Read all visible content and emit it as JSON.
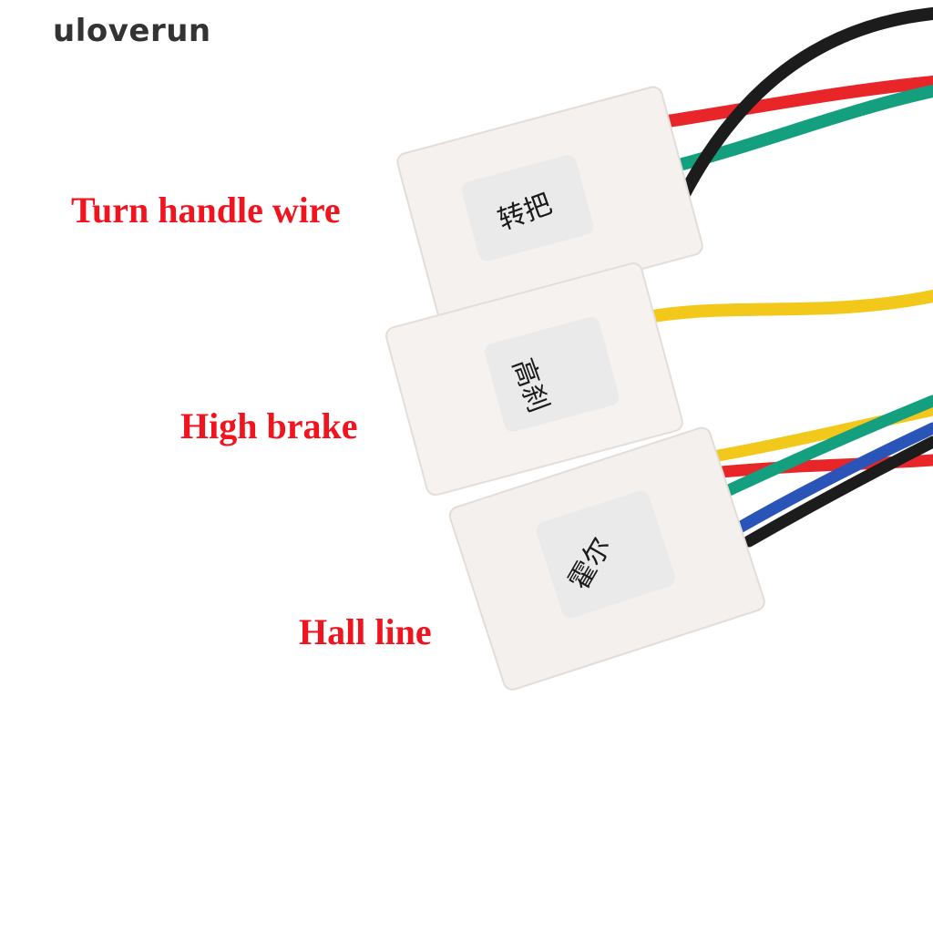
{
  "watermark": "uloverun",
  "callouts": [
    {
      "label": "Turn handle wire"
    },
    {
      "label": "High brake"
    },
    {
      "label": "Hall line"
    }
  ],
  "connectors": [
    {
      "tag": "转把",
      "wires": [
        "red",
        "green",
        "black"
      ]
    },
    {
      "tag": "高刹",
      "wires": [
        "yellow"
      ]
    },
    {
      "tag": "霍尔",
      "wires": [
        "yellow",
        "red",
        "green",
        "blue",
        "black"
      ]
    }
  ],
  "colors": {
    "callout_text": "#f0141e",
    "watermark_text": "#333333",
    "wire_red": "#e8262a",
    "wire_green": "#14a07e",
    "wire_black": "#1c1c1c",
    "wire_yellow": "#f2c81a",
    "wire_blue": "#2a54b8",
    "connector_body": "#f4f1ef"
  }
}
